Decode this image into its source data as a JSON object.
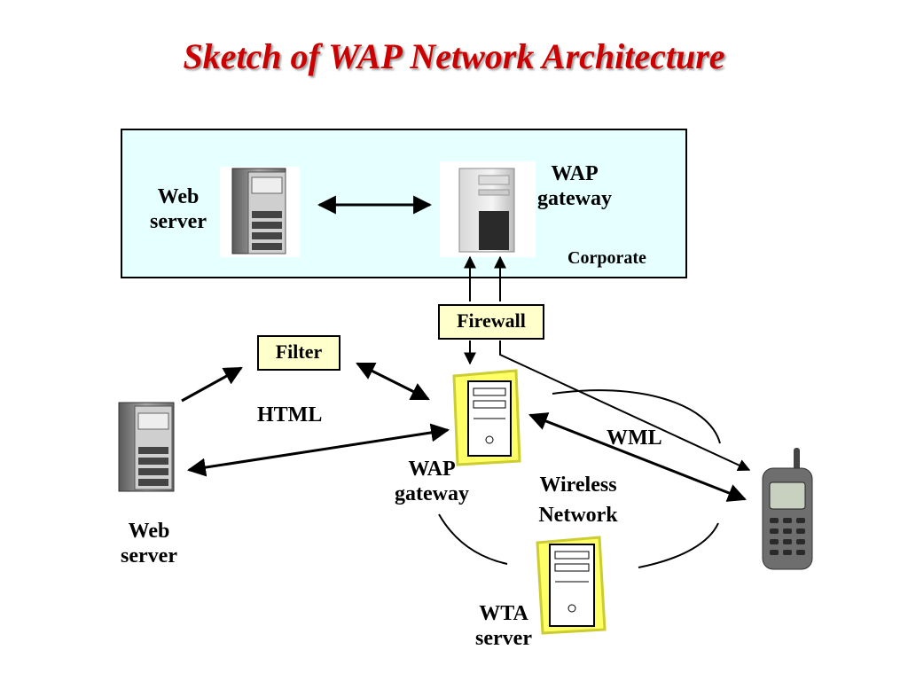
{
  "title": "Sketch of WAP Network Architecture",
  "corporate": {
    "web_server_label": [
      "Web",
      "server"
    ],
    "wap_gateway_label": [
      "WAP",
      "gateway"
    ],
    "zone_label": "Corporate"
  },
  "firewall_label": "Firewall",
  "filter_label": "Filter",
  "html_label": "HTML",
  "wml_label": "WML",
  "wap_gateway_label": [
    "WAP",
    "gateway"
  ],
  "wireless_network_label": [
    "Wireless",
    "Network"
  ],
  "web_server_label": [
    "Web",
    "server"
  ],
  "wta_server_label": [
    "WTA",
    "server"
  ],
  "colors": {
    "title": "#cc0000",
    "corporate_fill": "#e6ffff",
    "tag_fill": "#ffffcc",
    "clipart_fill": "#ffff66"
  }
}
